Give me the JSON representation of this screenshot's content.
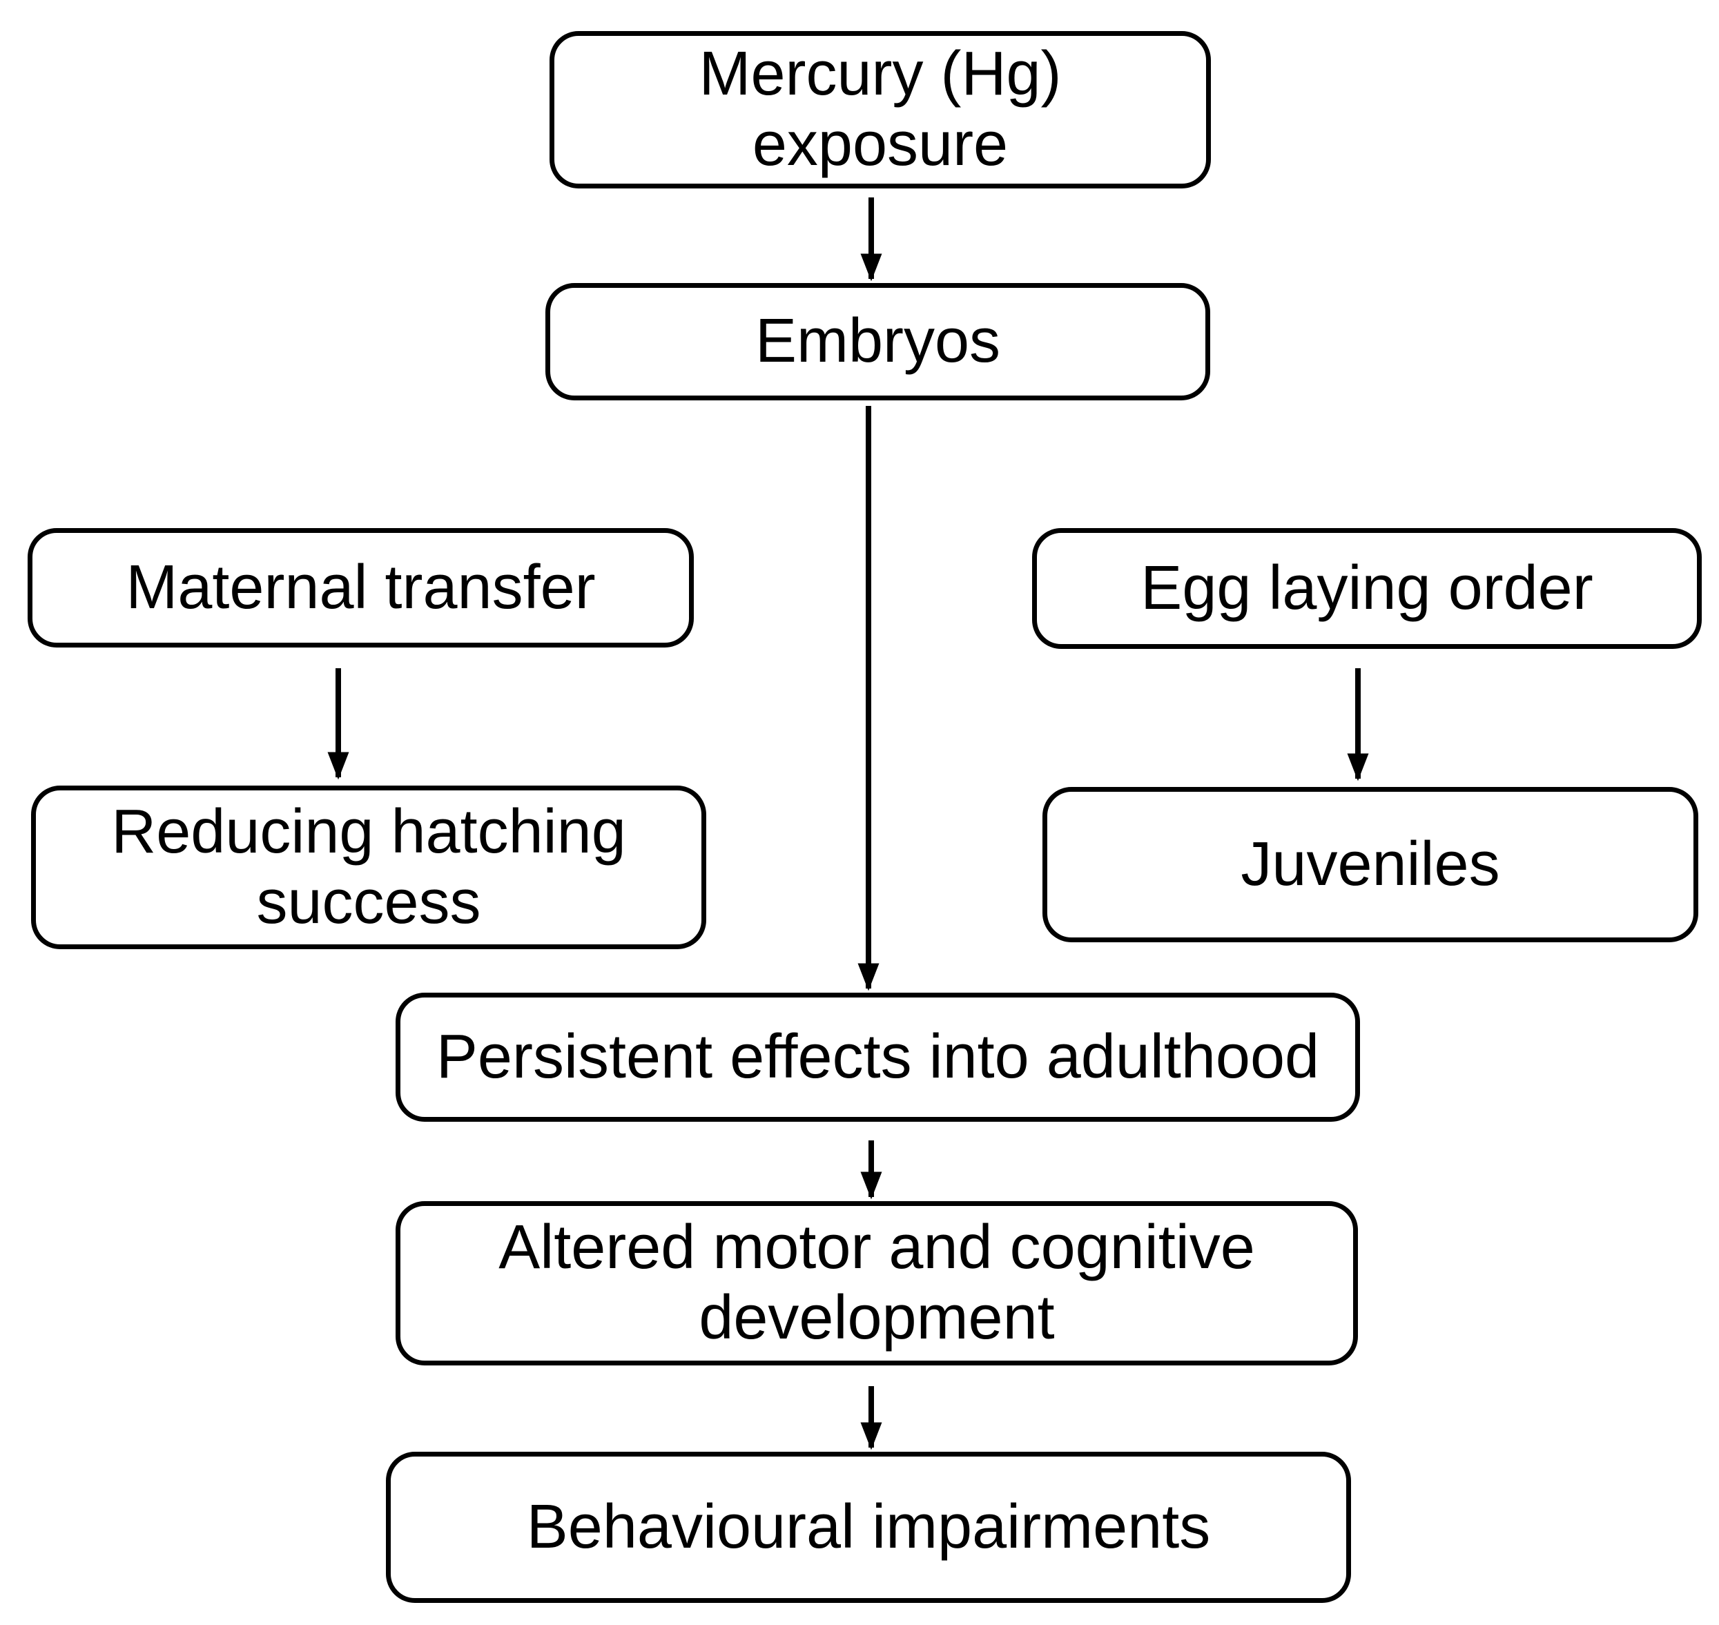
{
  "diagram": {
    "type": "flowchart",
    "colors": {
      "background": "#ffffff",
      "stroke": "#000000",
      "text": "#000000"
    },
    "nodes": {
      "mercury": {
        "label": "Mercury (Hg)\nexposure"
      },
      "embryos": {
        "label": "Embryos"
      },
      "maternal": {
        "label": "Maternal transfer"
      },
      "egg_laying": {
        "label": "Egg laying order"
      },
      "reducing": {
        "label": "Reducing hatching\nsuccess"
      },
      "juveniles": {
        "label": "Juveniles"
      },
      "persistent": {
        "label": "Persistent effects into adulthood"
      },
      "altered": {
        "label": "Altered motor and cognitive\ndevelopment"
      },
      "behavioural": {
        "label": "Behavioural impairments"
      }
    },
    "edges": [
      {
        "from": "Mercury (Hg) exposure",
        "to": "Embryos",
        "direction": "down"
      },
      {
        "from": "Embryos",
        "to": "Persistent effects into adulthood",
        "direction": "down"
      },
      {
        "from": "Maternal transfer",
        "to": "Reducing hatching success",
        "direction": "down"
      },
      {
        "from": "Egg laying order",
        "to": "Juveniles",
        "direction": "down"
      },
      {
        "from": "Persistent effects into adulthood",
        "to": "Altered motor and cognitive development",
        "direction": "down"
      },
      {
        "from": "Altered motor and cognitive development",
        "to": "Behavioural impairments",
        "direction": "down"
      }
    ]
  }
}
